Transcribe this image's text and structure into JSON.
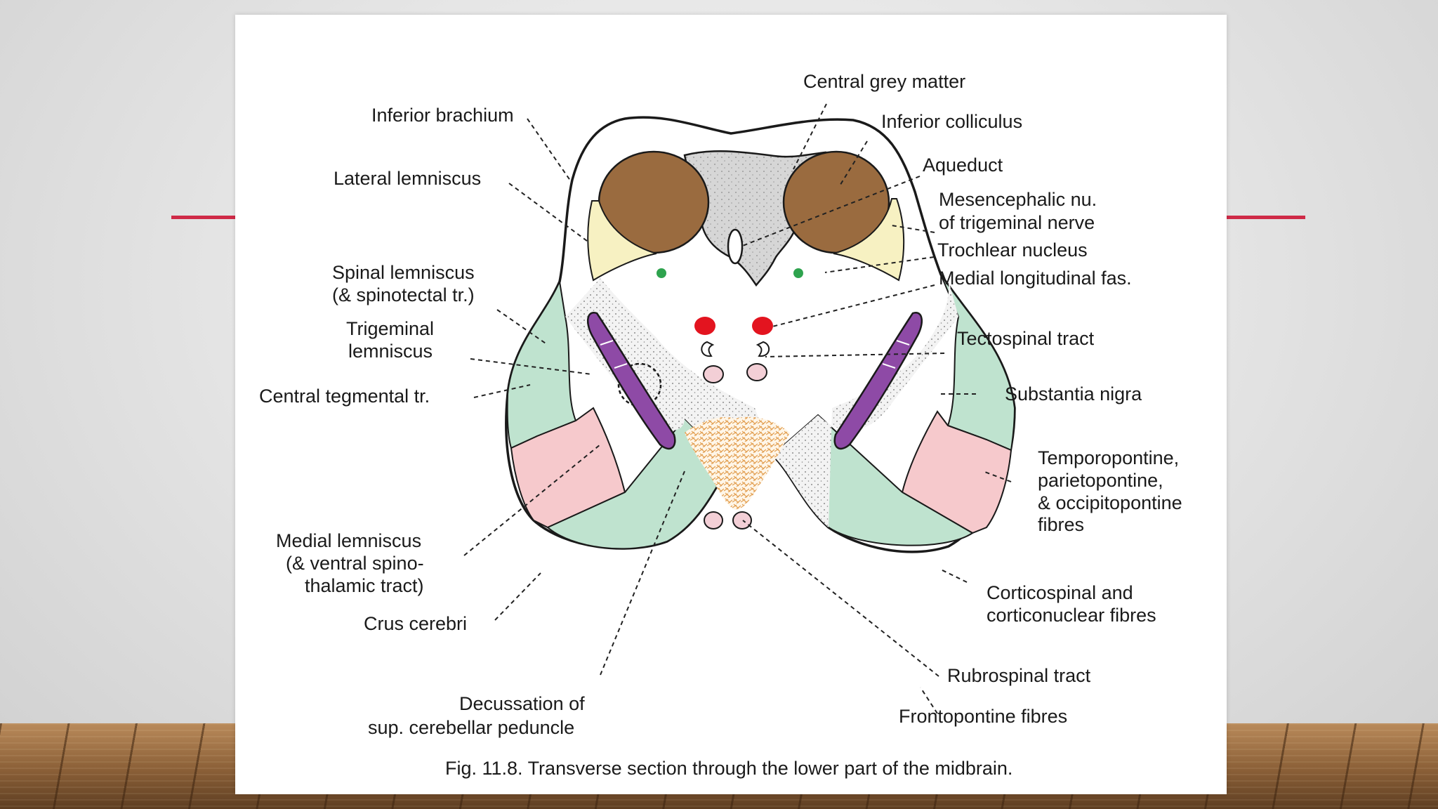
{
  "slide": {
    "accent_color": "#cf2a47",
    "caption": "Fig. 11.8. Transverse section through the lower part of the midbrain."
  },
  "labels": {
    "central_grey_matter": "Central grey matter",
    "inferior_brachium": "Inferior brachium",
    "inferior_colliculus": "Inferior colliculus",
    "lateral_lemniscus": "Lateral lemniscus",
    "aqueduct": "Aqueduct",
    "mesencephalic_1": "Mesencephalic nu.",
    "mesencephalic_2": "of trigeminal nerve",
    "trochlear_nucleus": "Trochlear nucleus",
    "spinal_lemniscus_1": "Spinal lemniscus",
    "spinal_lemniscus_2": "(& spinotectal tr.)",
    "medial_longitudinal": "Medial longitudinal fas.",
    "trigeminal_1": "Trigeminal",
    "trigeminal_2": "lemniscus",
    "tectospinal": "Tectospinal tract",
    "central_tegmental": "Central tegmental tr.",
    "substantia_nigra": "Substantia nigra",
    "temporopontine_1": "Temporopontine,",
    "temporopontine_2": "parietopontine,",
    "temporopontine_3": "& occipitopontine",
    "temporopontine_4": "fibres",
    "medial_lemniscus_1": "Medial lemniscus",
    "medial_lemniscus_2": "(& ventral spino-",
    "medial_lemniscus_3": "thalamic tract)",
    "corticospinal_1": "Corticospinal and",
    "corticospinal_2": "corticonuclear fibres",
    "crus_cerebri": "Crus cerebri",
    "rubrospinal": "Rubrospinal tract",
    "decussation_1": "Decussation of",
    "decussation_2": "sup. cerebellar peduncle",
    "frontopontine": "Frontopontine fibres"
  },
  "colors": {
    "colliculus": "#9a6b3f",
    "lateral_lemniscus": "#f7f1c2",
    "central_grey": "#d9d9d9",
    "substantia_nigra": "#8e4aa6",
    "red_nucleus_small": "#e3141f",
    "crus_green": "#bfe3cf",
    "crus_pink": "#f6c9cc",
    "decussation": "#e9ad63",
    "trochlear": "#2ea34e",
    "rubro_pink": "#f3cfd6"
  }
}
